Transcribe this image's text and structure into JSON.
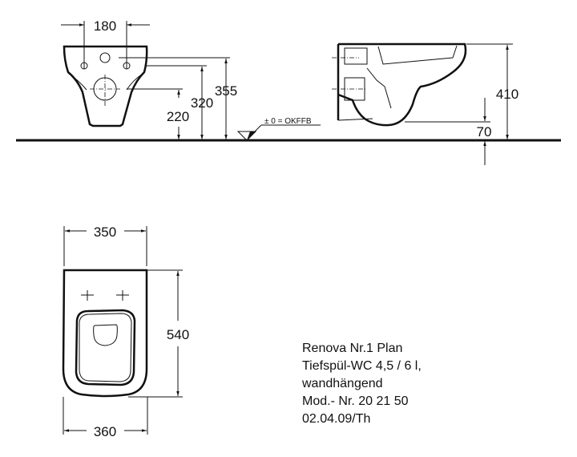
{
  "front_view": {
    "width_holes": "180",
    "h_outlet": "220",
    "h_lower_holes": "320",
    "h_upper_hole": "355"
  },
  "floor_reference": "± 0 = OKFFB",
  "side_view": {
    "height_top": "410",
    "height_bottom": "70"
  },
  "plan_view": {
    "width_top": "350",
    "depth": "540",
    "width_bottom": "360"
  },
  "product_info": {
    "line1": "Renova Nr.1 Plan",
    "line2": "Tiefspül-WC 4,5 / 6 l,",
    "line3": "wandhängend",
    "line4": "Mod.- Nr. 20 21 50",
    "line5": "02.04.09/Th"
  }
}
